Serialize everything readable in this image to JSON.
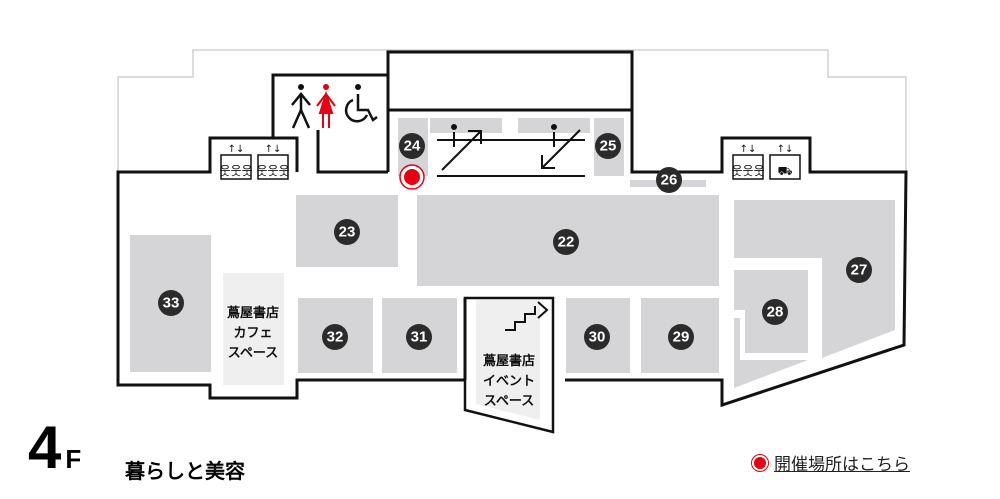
{
  "floor": {
    "number": "4",
    "suffix": "F",
    "category": "暮らしと美容"
  },
  "legend": {
    "label": "開催場所はこちら",
    "marker_color": "#e60012"
  },
  "shops": [
    "22",
    "23",
    "24",
    "25",
    "26",
    "27",
    "28",
    "29",
    "30",
    "31",
    "32",
    "33"
  ],
  "areas": {
    "cafe": [
      "蔦屋書店",
      "カフェ",
      "スペース"
    ],
    "event": [
      "蔦屋書店",
      "イベント",
      "スペース"
    ]
  },
  "colors": {
    "shop": "#d5d5d7",
    "wall": "#111111",
    "accent": "#e60012"
  }
}
